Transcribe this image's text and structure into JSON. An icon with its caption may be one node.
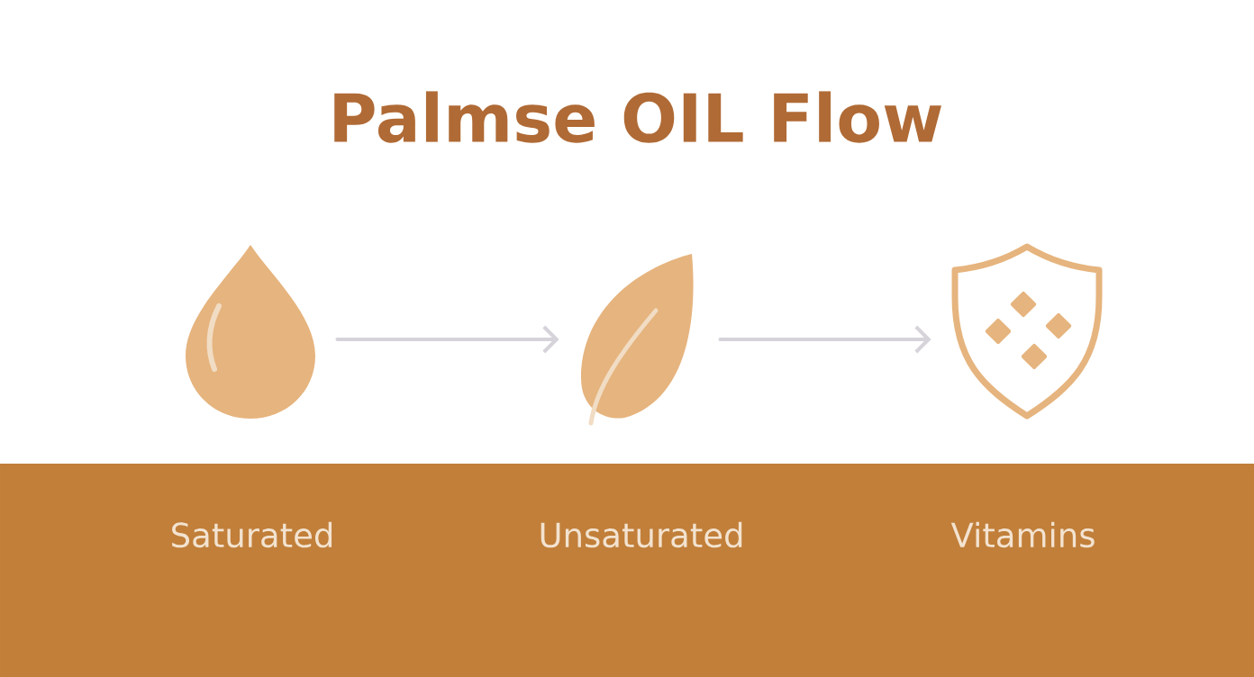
{
  "diagram": {
    "title": "Palmse OIL Flow",
    "nodes": [
      {
        "text": [],
        "shape": "drop",
        "beside": [
          "Saturated"
        ]
      },
      {
        "text": [],
        "shape": "leaf",
        "beside": [
          "Unsaturated"
        ]
      },
      {
        "text": [],
        "shape": "shield",
        "beside": [
          "Vitamins"
        ]
      }
    ],
    "edges": [
      {
        "from": 0,
        "to": 1,
        "arrow": "to"
      },
      {
        "from": 1,
        "to": 2,
        "arrow": "to"
      }
    ]
  }
}
